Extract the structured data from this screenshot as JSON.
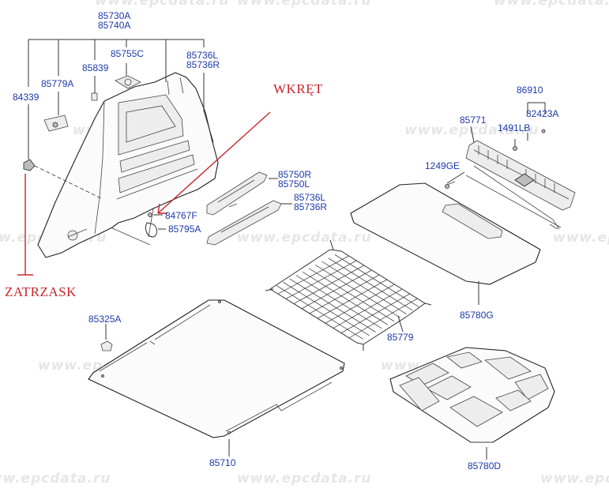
{
  "watermark": "www.epcdata.ru",
  "annotations": {
    "screw": "WKRĘT",
    "clip": "ZATRZASK"
  },
  "parts": {
    "p85730A": "85730A",
    "p85740A": "85740A",
    "p85755C": "85755C",
    "p85736L_top": "85736L",
    "p85736R_top": "85736R",
    "p85779A": "85779A",
    "p85839": "85839",
    "p84339": "84339",
    "p84767F": "84767F",
    "p85795A": "85795A",
    "p85750R": "85750R",
    "p85750L": "85750L",
    "p85736L_mid": "85736L",
    "p85736R_mid": "85736R",
    "p86910": "86910",
    "p85771": "85771",
    "p1491LB": "1491LB",
    "p82423A": "82423A",
    "p1249GE": "1249GE",
    "p85780G": "85780G",
    "p85779": "85779",
    "p85325A": "85325A",
    "p85710": "85710",
    "p85780D": "85780D"
  }
}
